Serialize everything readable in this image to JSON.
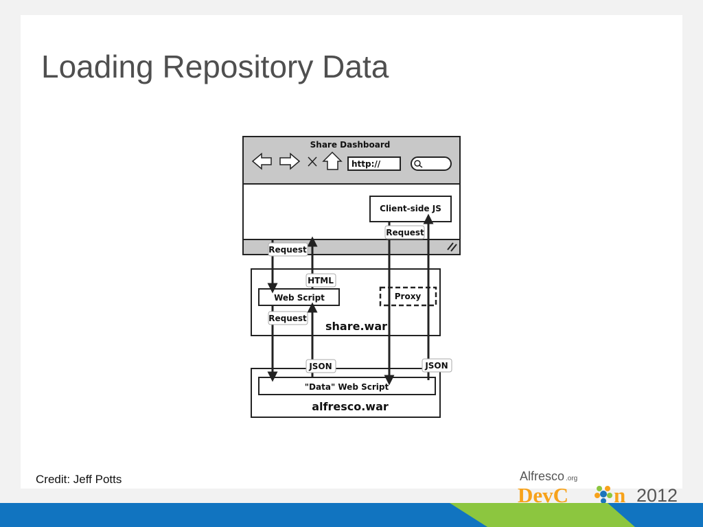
{
  "slide": {
    "title": "Loading Repository Data",
    "credit": "Credit: Jeff Potts"
  },
  "diagram": {
    "browser_title": "Share Dashboard",
    "url_text": "http://",
    "client_js_label": "Client-side JS",
    "web_script_label": "Web Script",
    "proxy_label": "Proxy",
    "share_war_label": "share.war",
    "data_web_script_label": "\"Data\" Web Script",
    "alfresco_war_label": "alfresco.war",
    "request_label_client": "Request",
    "request_label_browser": "Request",
    "html_label": "HTML",
    "request_label_share": "Request",
    "json_label_left": "JSON",
    "json_label_right": "JSON",
    "icons": [
      "back-arrow-icon",
      "forward-arrow-icon",
      "close-icon",
      "home-icon",
      "search-icon",
      "resize-grip-icon"
    ]
  },
  "logo": {
    "alfresco_text": "Alfresco",
    "org_text": ".org",
    "devcon_text": "DevC",
    "devcon_text_end": "n",
    "year_text": "2012",
    "colors": {
      "orange": "#f7a21b",
      "green": "#8cc63f",
      "blue": "#1b75bb",
      "gray": "#555555"
    }
  },
  "footer": {
    "colors": {
      "blue": "#1174c0",
      "green": "#8cc63f"
    }
  }
}
